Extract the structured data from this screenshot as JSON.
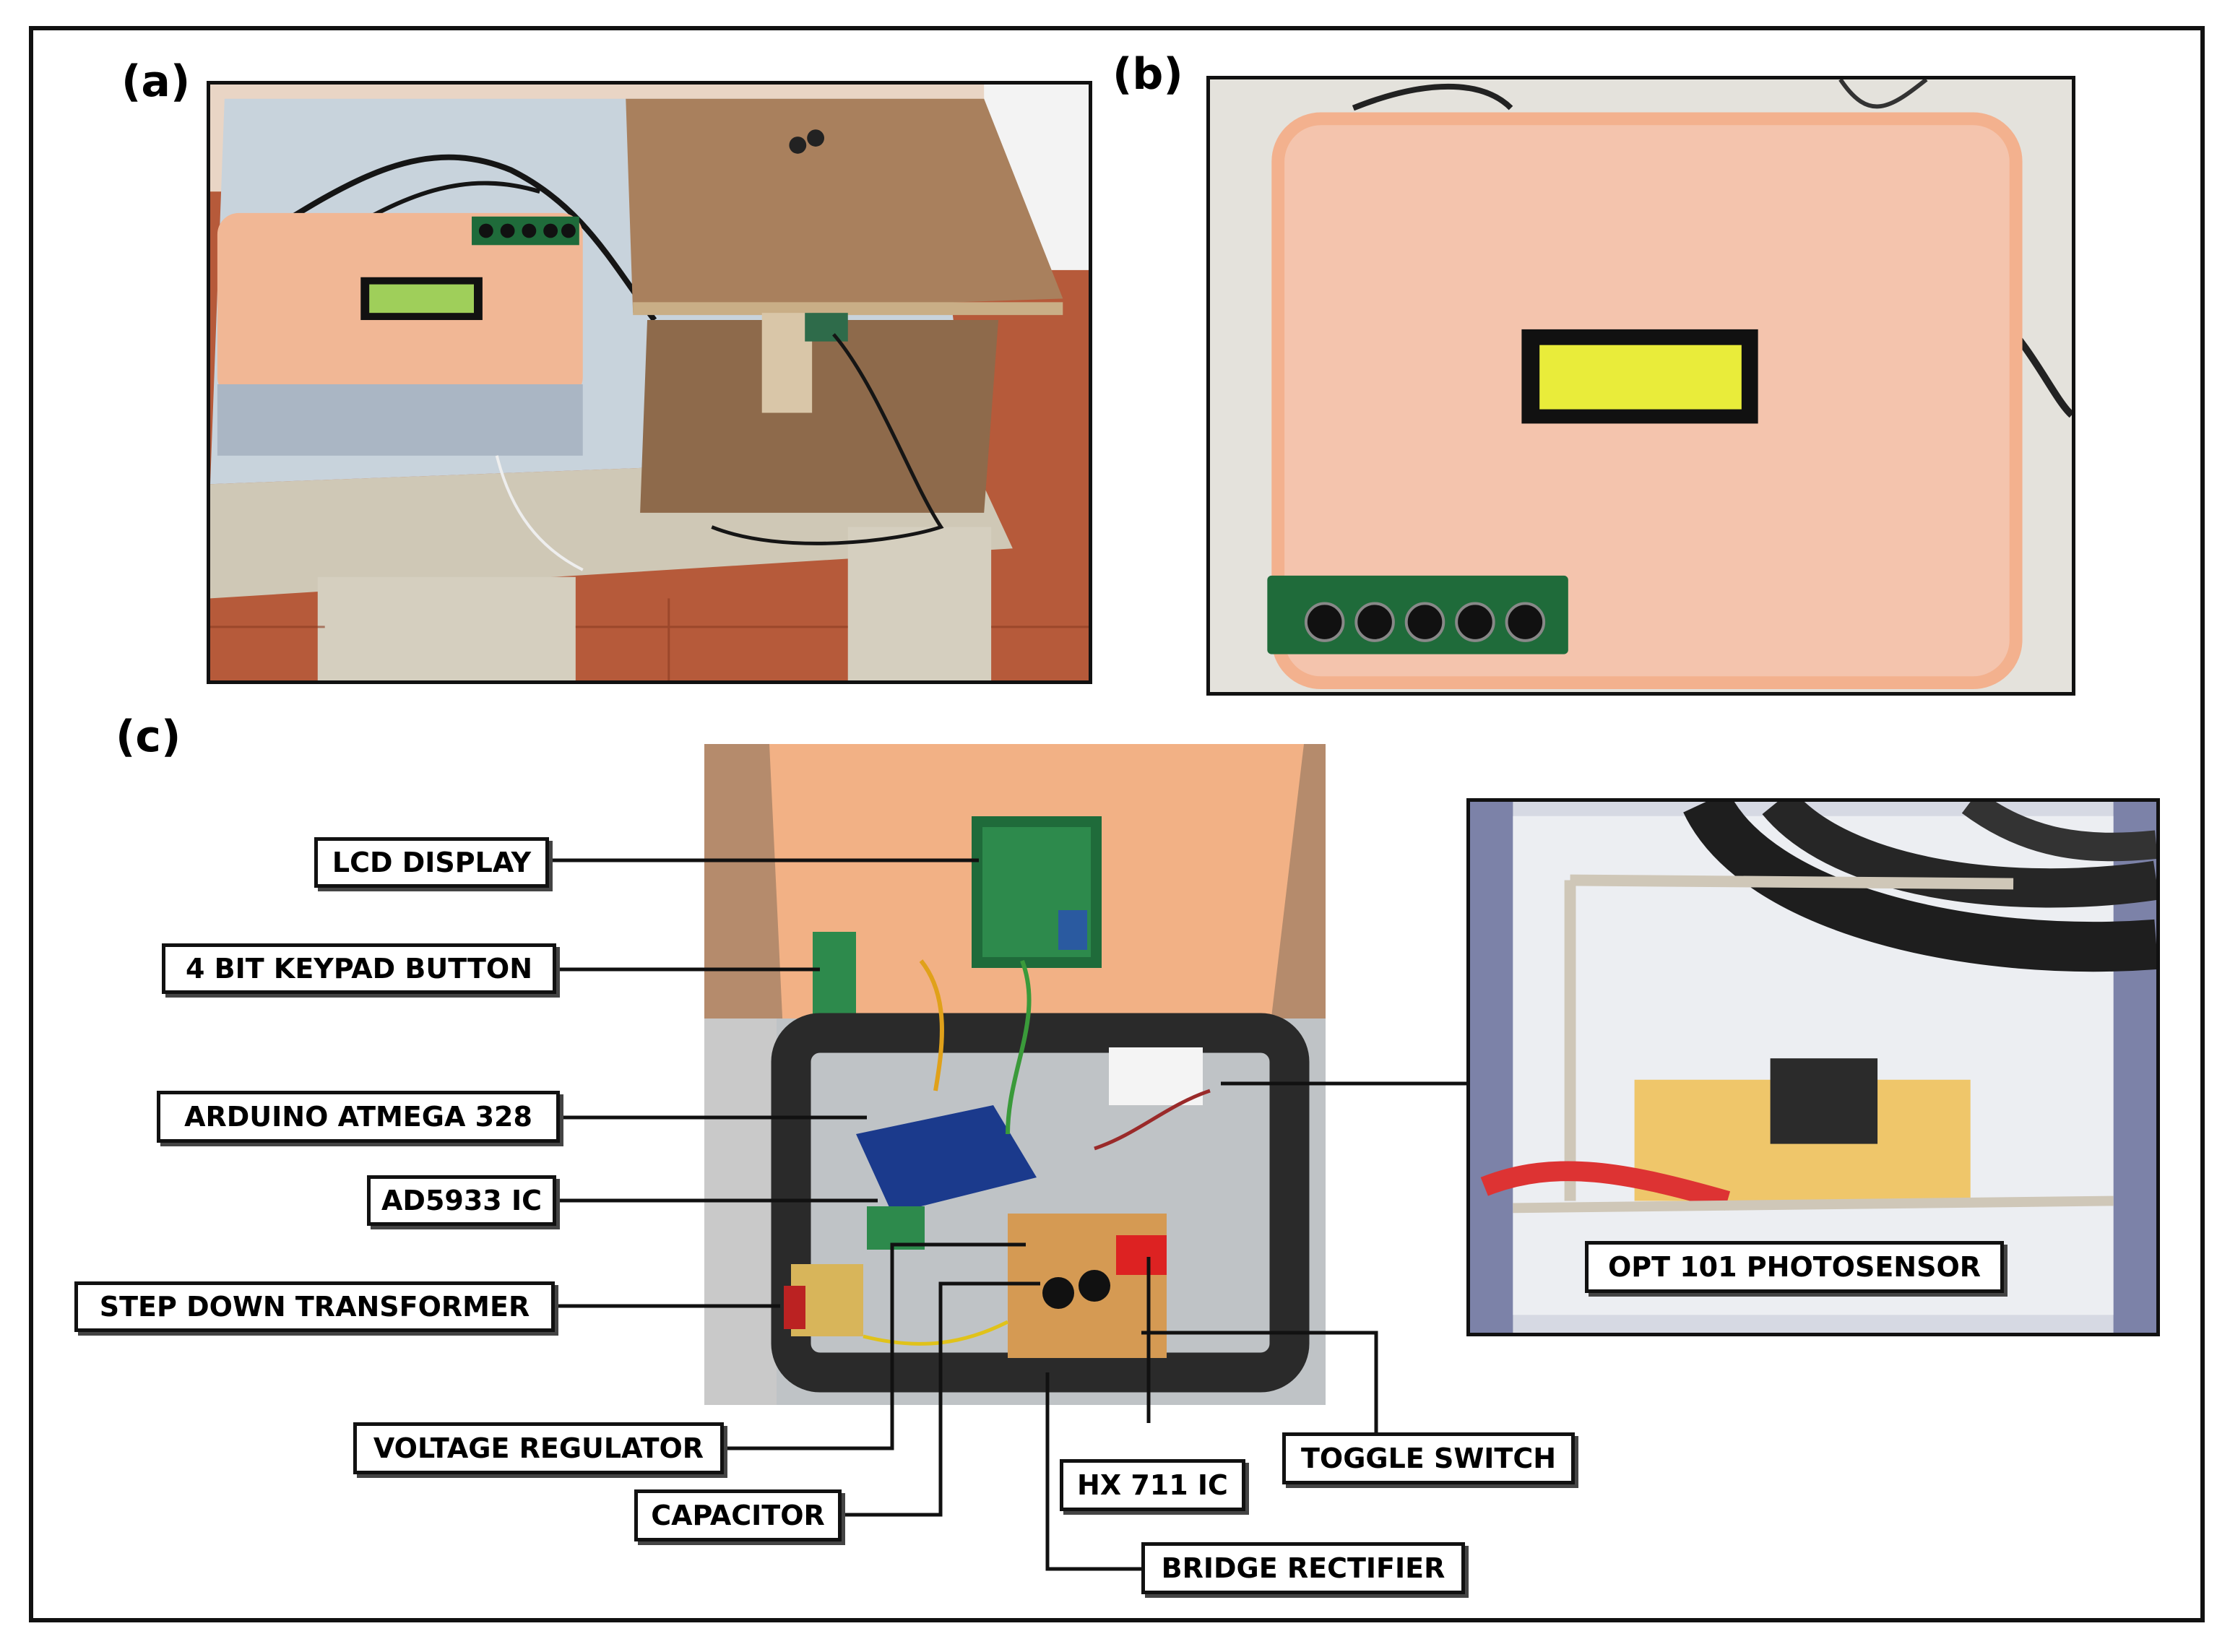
{
  "panels": {
    "a": "(a)",
    "b": "(b)",
    "c": "(c)"
  },
  "callouts": {
    "lcd_display": "LCD DISPLAY",
    "keypad_button": "4 BIT KEYPAD BUTTON",
    "arduino": "ARDUINO ATMEGA 328",
    "ad5933": "AD5933 IC",
    "transformer": "STEP DOWN TRANSFORMER",
    "voltage_regulator": "VOLTAGE REGULATOR",
    "capacitor": "CAPACITOR",
    "hx711": "HX 711 IC",
    "bridge_rectifier": "BRIDGE RECTIFIER",
    "toggle_switch": "TOGGLE SWITCH",
    "photosensor": "OPT 101 PHOTOSENSOR"
  },
  "colors": {
    "acrylic_peach": "#f2b99a",
    "lcd_yellow": "#e9ec3a",
    "lcd_green": "#9fcf5a",
    "pcb_green": "#1f6b3a",
    "wood": "#a9805d",
    "arduino_blue": "#1b3a8c",
    "frame": "#111111"
  }
}
